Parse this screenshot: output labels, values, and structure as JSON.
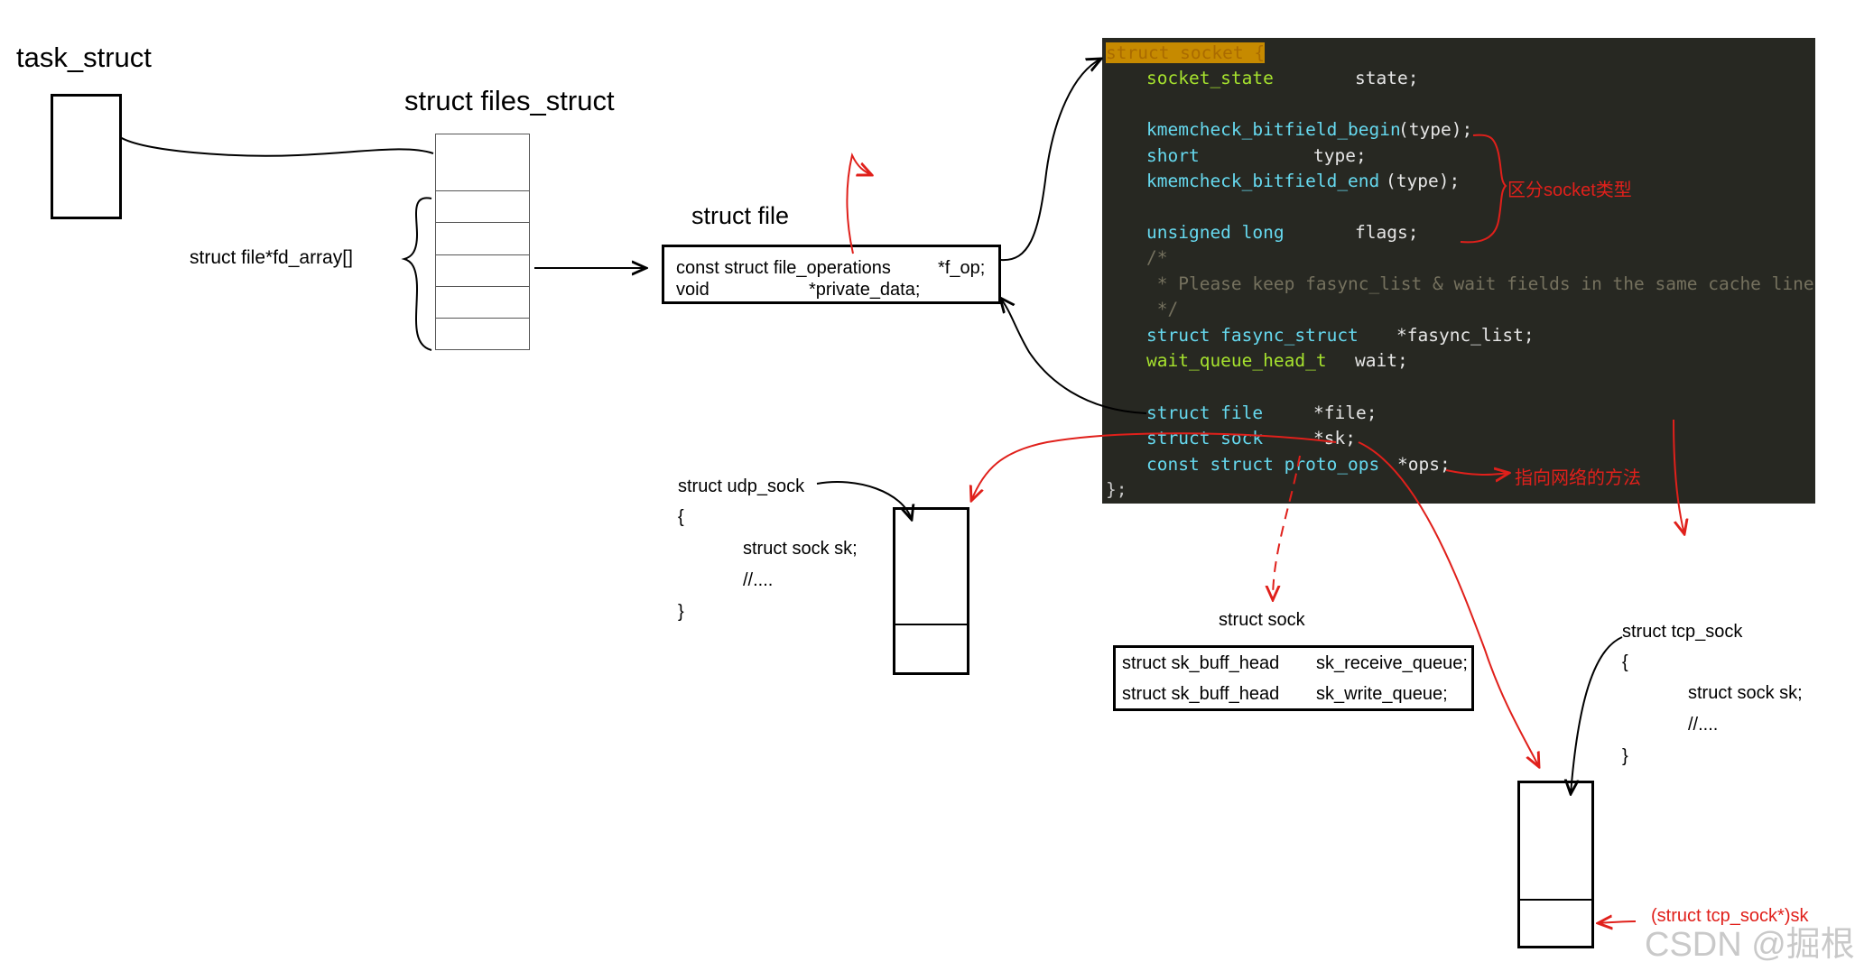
{
  "task_struct": {
    "title": "task_struct"
  },
  "files_struct": {
    "title": "struct files_struct",
    "fd_array_label": "struct file*fd_array[]"
  },
  "file": {
    "title": "struct file",
    "fields": [
      "const struct file_operations",
      "*f_op;",
      "void",
      "*private_data;"
    ]
  },
  "socket_code": {
    "header": "struct socket {",
    "lines": [
      {
        "type": "socket_state",
        "name": "state;"
      },
      {
        "type": "kmemcheck_bitfield_begin",
        "name": "(type);"
      },
      {
        "type": "short",
        "name": "type;"
      },
      {
        "type": "kmemcheck_bitfield_end",
        "name": "(type);"
      },
      {
        "type": "unsigned long",
        "name": "flags;"
      },
      {
        "comment1": "/*",
        "comment2": " * Please keep fasync_list & wait fields in the same cache line",
        "comment3": " */"
      },
      {
        "type": "struct fasync_struct",
        "name": "*fasync_list;"
      },
      {
        "type": "wait_queue_head_t",
        "name": "wait;"
      },
      {
        "type": "struct file",
        "name": "*file;"
      },
      {
        "type": "struct sock",
        "name": "*sk;"
      },
      {
        "type": "const struct proto_ops",
        "name": "*ops;"
      }
    ],
    "footer": "};"
  },
  "annotations": {
    "socket_type": "区分socket类型",
    "network_methods": "指向网络的方法",
    "tcp_cast": "(struct tcp_sock*)sk"
  },
  "udp_sock": {
    "title": "struct udp_sock",
    "open": "{",
    "field": "struct sock sk;",
    "comment": "//....",
    "close": "}"
  },
  "sock": {
    "title": "struct sock",
    "rows": [
      {
        "type": "struct sk_buff_head",
        "name": "sk_receive_queue;"
      },
      {
        "type": "struct sk_buff_head",
        "name": "sk_write_queue;"
      }
    ]
  },
  "tcp_sock": {
    "title": "struct tcp_sock",
    "open": "{",
    "field": "struct sock sk;",
    "comment": "//....",
    "close": "}"
  },
  "watermark": "CSDN @掘根",
  "colors": {
    "annotation_red": "#e0201b",
    "code_bg": "#272822"
  }
}
